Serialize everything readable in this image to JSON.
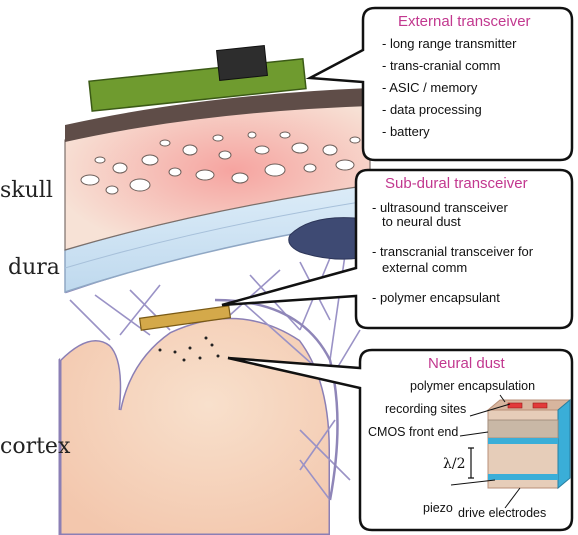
{
  "labels": {
    "skull": "skull",
    "dura": "dura",
    "cortex": "cortex"
  },
  "external": {
    "title": "External transceiver",
    "items": [
      "- long range transmitter",
      "- trans-cranial comm",
      "- ASIC / memory",
      "- data processing",
      "- battery"
    ]
  },
  "subdural": {
    "title": "Sub-dural transceiver",
    "items": [
      "- ultrasound transceiver",
      "to neural dust",
      "- transcranial transceiver for",
      "external comm",
      "- polymer encapsulant"
    ]
  },
  "dust": {
    "title": "Neural dust",
    "polymer": "polymer encapsulation",
    "recording": "recording sites",
    "cmos": "CMOS front end",
    "lambda": "λ/2",
    "piezo": "piezo",
    "electrodes": "drive electrodes"
  },
  "colors": {
    "title_magenta": "#c2388f",
    "skull_pink": "#f1b6a4",
    "dura_blue": "#c9e3f3",
    "cortex": "#f7d9c4",
    "vessel_purple": "#8f86b8",
    "pcb_green": "#6f9b2f",
    "dust_cyan": "#3aaed8"
  }
}
